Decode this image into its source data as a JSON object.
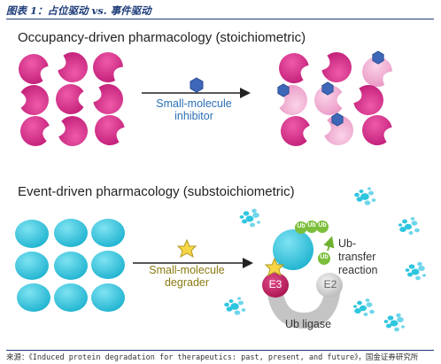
{
  "figure_title": "图表 1：占位驱动 vs. 事件驱动",
  "section1": {
    "title": "Occupancy-driven pharmacology (stoichiometric)",
    "arrow_label_line1": "Small-molecule",
    "arrow_label_line2": "inhibitor"
  },
  "section2": {
    "title": "Event-driven pharmacology (substoichiometric)",
    "arrow_label_line1": "Small-molecule",
    "arrow_label_line2": "degrader",
    "e3_label": "E3",
    "e2_label": "E2",
    "ligase_label": "Ub ligase",
    "transfer_line1": "Ub-transfer",
    "transfer_line2": "reaction",
    "ub_chain": [
      "Ub",
      "Ub",
      "Ub"
    ],
    "ub_single": "Ub"
  },
  "footer": "来源：《Induced protein degradation for therapeutics: past, present, and future》，国金证券研究所",
  "colors": {
    "magenta": "#d6308a",
    "pink": "#f0a7cf",
    "blue_hex": "#3e67b8",
    "cyan": "#2ec6df",
    "e3": "#c2185b",
    "ub_green": "#7cbf3c",
    "star": "#f6d646",
    "ligase_gray": "#bdbdbd"
  }
}
